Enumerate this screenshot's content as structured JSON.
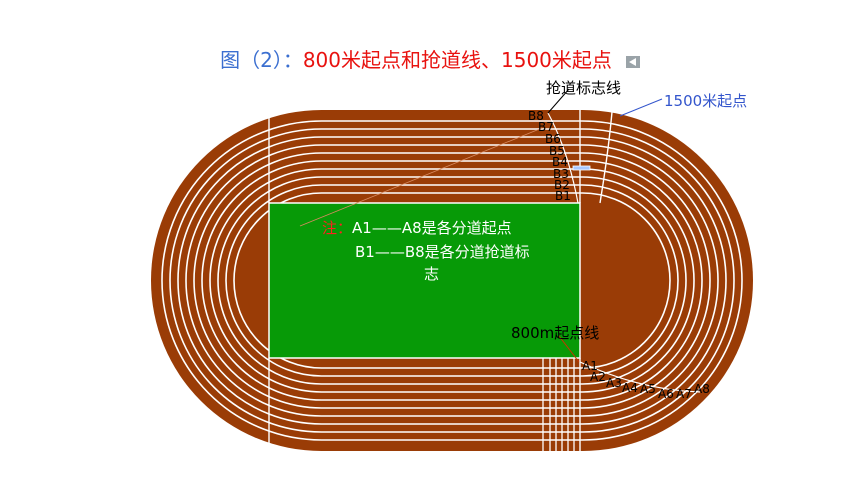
{
  "title": {
    "part1": "图（2）：",
    "part2": "800米起点和抢道线、1500米起点"
  },
  "labels": {
    "qiangdao_line": "抢道标志线",
    "start_1500": "1500米起点",
    "start_800": "800m起点线"
  },
  "note": {
    "prefix": "注：",
    "line1": "A1——A8是各分道起点",
    "line2": "B1——B8是各分道抢道标",
    "line3": "志"
  },
  "b_markers": [
    "B8",
    "B7",
    "B6",
    "B5",
    "B4",
    "B3",
    "B2",
    "B1"
  ],
  "a_markers": [
    "A1",
    "A2",
    "A3",
    "A4",
    "A5",
    "A6",
    "A7",
    "A8"
  ],
  "colors": {
    "track": "#9a3c06",
    "field": "#079a07",
    "title_blue": "#3b6fd0",
    "title_red": "#e8120f",
    "note_red": "#ff2020"
  }
}
